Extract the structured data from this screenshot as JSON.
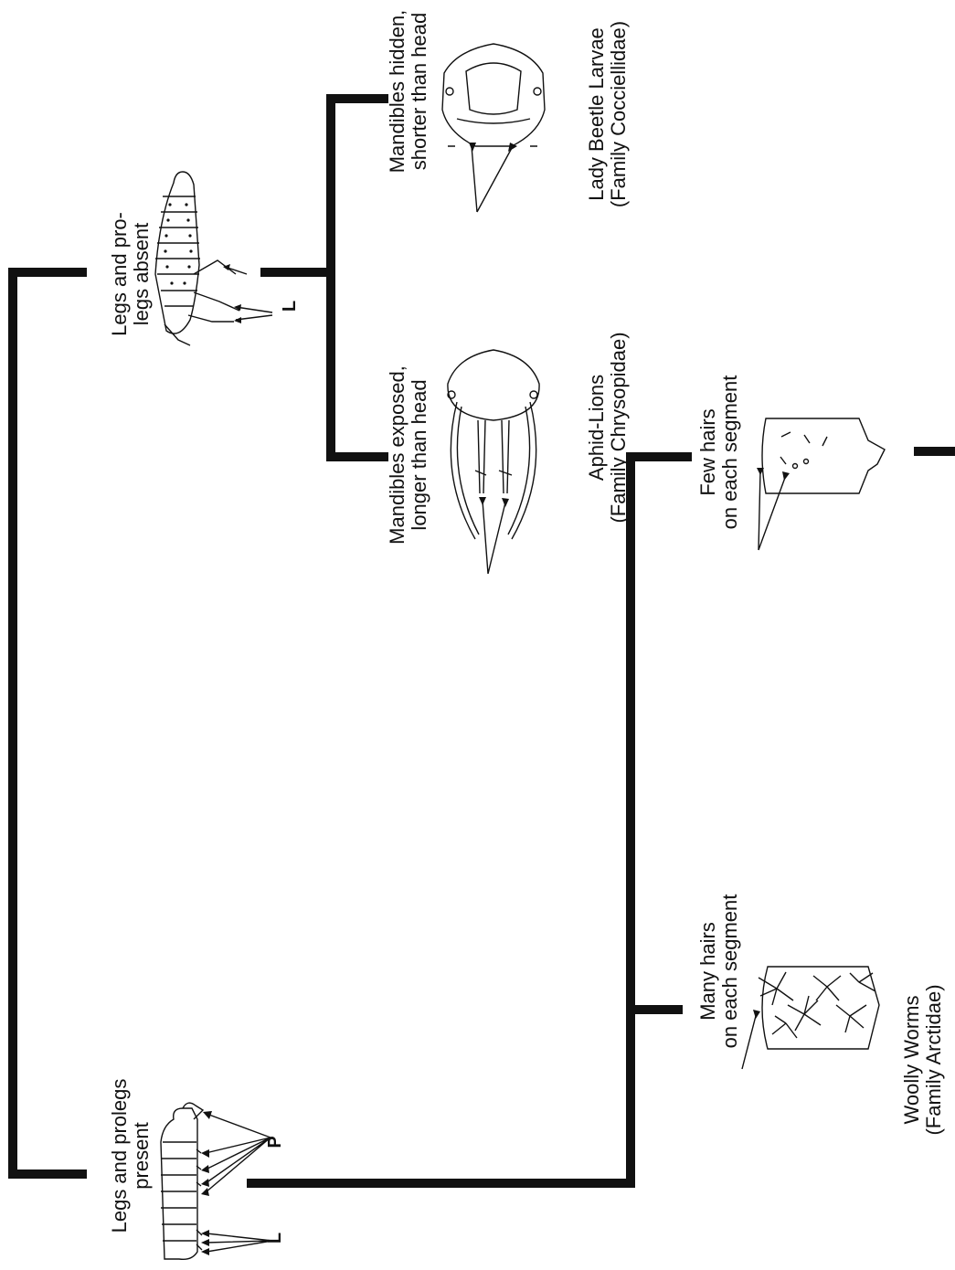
{
  "key": {
    "legs_absent": {
      "line1": "Legs and pro-",
      "line2": "legs absent",
      "marker": "L"
    },
    "legs_present": {
      "line1": "Legs and prolegs",
      "line2": "present",
      "marker_p": "P",
      "marker_l": "L"
    },
    "mandibles_hidden": {
      "line1": "Mandibles hidden,",
      "line2": "shorter than head"
    },
    "lady_beetle": {
      "line1": "Lady Beetle Larvae",
      "line2": "(Family Cocciellidae)"
    },
    "mandibles_exposed": {
      "line1": "Mandibles exposed,",
      "line2": "longer than head"
    },
    "aphid_lions": {
      "line1": "Aphid-Lions",
      "line2": "(Family Chrysopidae)"
    },
    "few_hairs": {
      "line1": "Few hairs",
      "line2": "on each segment"
    },
    "many_hairs": {
      "line1": "Many hairs",
      "line2": "on each segment"
    },
    "woolly_worms": {
      "line1": "Woolly Worms",
      "line2": "(Family Arctidae)"
    }
  },
  "icons": [
    "ladybeetle-larva-icon",
    "caterpillar-icon",
    "ladybeetle-head-icon",
    "aphid-lion-head-icon",
    "few-hairs-segment-icon",
    "many-hairs-segment-icon"
  ]
}
